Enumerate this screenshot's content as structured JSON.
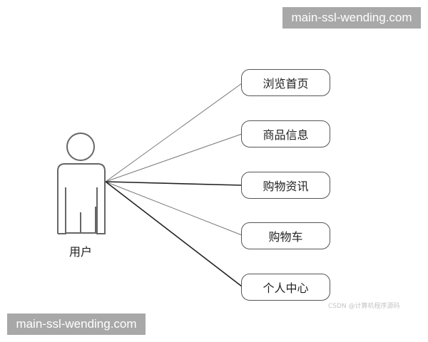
{
  "diagram": {
    "type": "use-case",
    "actor": {
      "label": "用户",
      "icon": "stick-figure-actor-icon"
    },
    "use_cases": [
      {
        "label": "浏览首页"
      },
      {
        "label": "商品信息"
      },
      {
        "label": "购物资讯"
      },
      {
        "label": "购物车"
      },
      {
        "label": "个人中心"
      }
    ],
    "edges": [
      {
        "from": "用户",
        "to": "浏览首页"
      },
      {
        "from": "用户",
        "to": "商品信息"
      },
      {
        "from": "用户",
        "to": "购物资讯"
      },
      {
        "from": "用户",
        "to": "购物车"
      },
      {
        "from": "用户",
        "to": "个人中心"
      }
    ]
  },
  "watermarks": {
    "top": "main-ssl-wending.com",
    "bottom": "main-ssl-wending.com",
    "credit": "CSDN @计算机程序源码"
  }
}
